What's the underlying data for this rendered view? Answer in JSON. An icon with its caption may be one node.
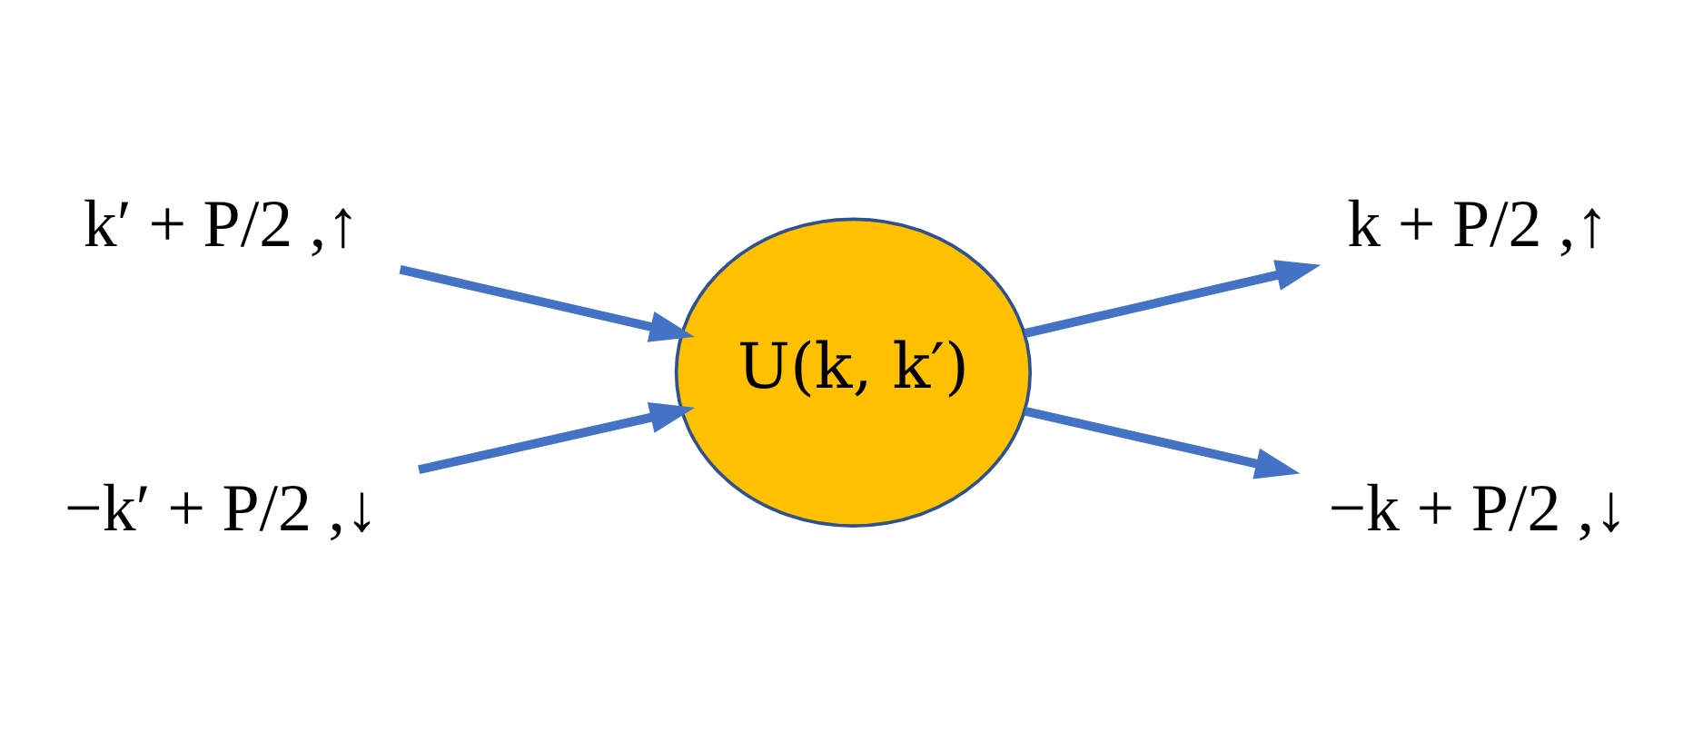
{
  "diagram": {
    "nodes": [
      {
        "text": [
          "k′ + P/2 ,↑"
        ]
      },
      {
        "text": [
          "k + P/2 ,↑"
        ]
      },
      {
        "text": [
          "U(k, k′)"
        ]
      },
      {
        "text": [
          "−k′ + P/2 ,↓"
        ]
      },
      {
        "text": [
          "−k + P/2 ,↓"
        ]
      }
    ],
    "edges": [
      {
        "from": 0,
        "to": 2,
        "arrow": "to"
      },
      {
        "from": 3,
        "to": 2,
        "arrow": "to"
      },
      {
        "from": 2,
        "to": 1,
        "arrow": "to"
      },
      {
        "from": 2,
        "to": 4,
        "arrow": "to"
      }
    ]
  }
}
